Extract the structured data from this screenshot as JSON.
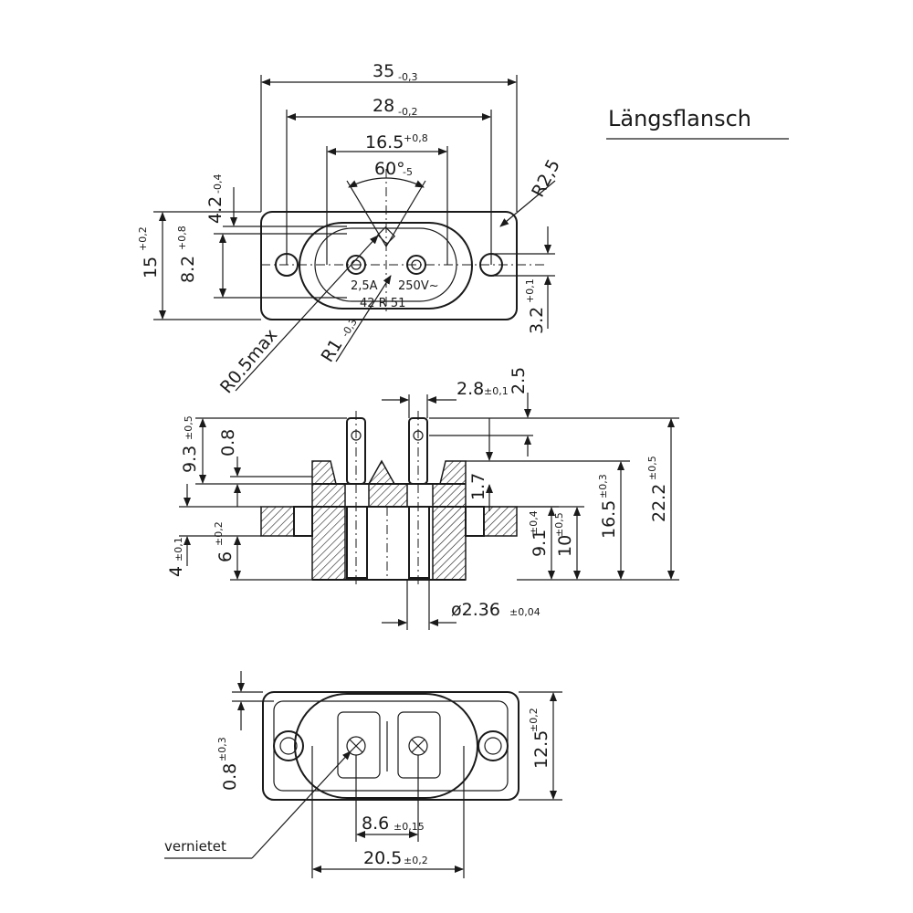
{
  "title": "Längsflansch",
  "top_view": {
    "dim_35": {
      "main": "35",
      "tol": "-0,3"
    },
    "dim_28": {
      "main": "28",
      "tol": "-0,2"
    },
    "dim_16_5": {
      "main": "16.5",
      "tol": "+0,8"
    },
    "angle_60": {
      "main": "60°",
      "tol": "-5"
    },
    "radius_r2_5": "R2,5",
    "dim_4_2": {
      "main": "4.2",
      "tol": "-0,4"
    },
    "dim_15": {
      "main": "15",
      "tol": "+0,2"
    },
    "dim_8_2": {
      "main": "8.2",
      "tol": "+0,8"
    },
    "dim_3_2": {
      "main": "3.2",
      "tol": "+0,1"
    },
    "radius_r0_5": "R0.5max",
    "radius_r1": {
      "main": "R1",
      "tol": "-0,3"
    },
    "marking_rating": "2,5A",
    "marking_voltage": "250V~",
    "marking_code": "42  R  51"
  },
  "side_view": {
    "dim_2_8": {
      "main": "2.8",
      "tol": "±0,1"
    },
    "dim_2_5": "2.5",
    "dim_9_3": {
      "main": "9.3",
      "tol": "±0,5"
    },
    "dim_0_8": "0.8",
    "dim_1_7": "1.7",
    "dim_4": {
      "main": "4",
      "tol": "±0,1"
    },
    "dim_6": {
      "main": "6",
      "tol": "±0,2"
    },
    "dim_9_1": {
      "main": "9.1",
      "tol": "±0,4"
    },
    "dim_10": {
      "main": "10",
      "tol": "±0,5"
    },
    "dim_16_5": {
      "main": "16.5",
      "tol": "±0,3"
    },
    "dim_22_2": {
      "main": "22.2",
      "tol": "±0,5"
    },
    "dim_dia": {
      "main": "ø2.36",
      "tol": "±0,04"
    }
  },
  "bottom_view": {
    "dim_0_8": {
      "main": "0.8",
      "tol": "±0,3"
    },
    "dim_12_5": {
      "main": "12.5",
      "tol": "±0,2"
    },
    "dim_8_6": {
      "main": "8.6",
      "tol": "±0,15"
    },
    "dim_20_5": {
      "main": "20.5",
      "tol": "±0,2"
    },
    "label_riveted": "vernietet"
  }
}
